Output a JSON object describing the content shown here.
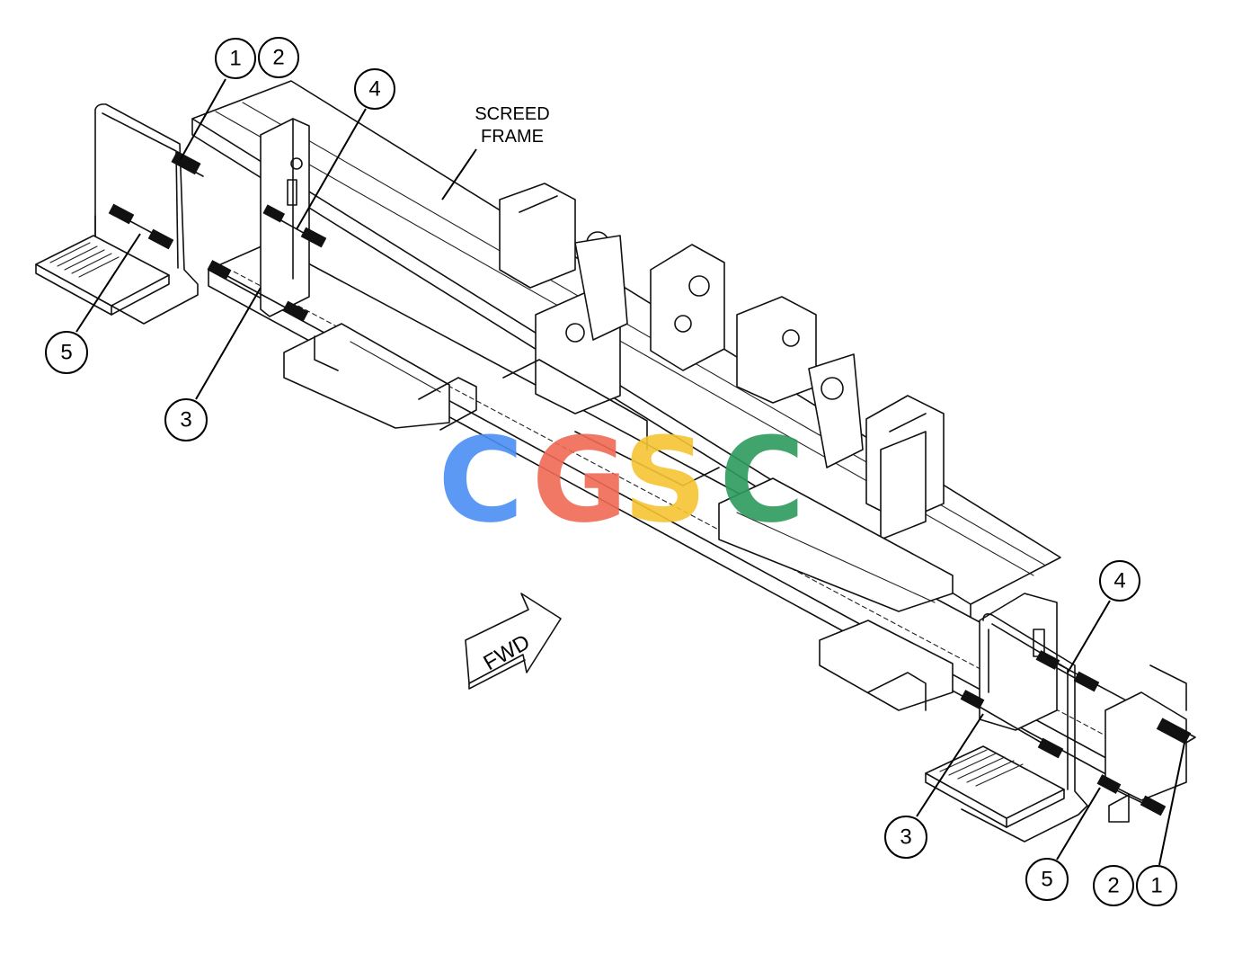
{
  "frame_label": [
    "SCREED",
    "FRAME"
  ],
  "direction_label": "FWD",
  "watermark": {
    "letters": [
      "C",
      "G",
      "S",
      "C"
    ],
    "colors": [
      "#4a8ff5",
      "#ef6a55",
      "#f6c533",
      "#2e9b5e"
    ]
  },
  "callouts": [
    {
      "id": "c1-left",
      "label": "1"
    },
    {
      "id": "c2-left",
      "label": "2"
    },
    {
      "id": "c4-left",
      "label": "4"
    },
    {
      "id": "c5-left",
      "label": "5"
    },
    {
      "id": "c3-left",
      "label": "3"
    },
    {
      "id": "c4-right",
      "label": "4"
    },
    {
      "id": "c3-right",
      "label": "3"
    },
    {
      "id": "c5-right",
      "label": "5"
    },
    {
      "id": "c2-right",
      "label": "2"
    },
    {
      "id": "c1-right",
      "label": "1"
    }
  ]
}
